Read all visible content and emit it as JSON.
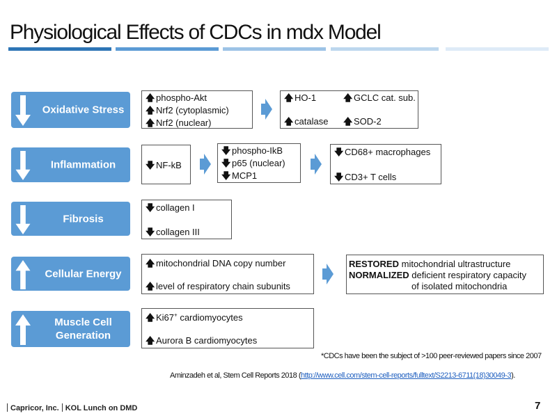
{
  "slide": {
    "title": "Physiological Effects of CDCs in mdx Model",
    "page_number": "7",
    "footer_company": "Capricor, Inc.",
    "footer_event": "KOL Lunch on DMD"
  },
  "colors": {
    "accent": "#5b9bd5",
    "title_bar_dark": "#2e75b6",
    "title_bar_light": "#bdd7ee",
    "link": "#1f5fbf"
  },
  "rows": {
    "oxidative": {
      "category": "Oxidative Stress",
      "direction": "down",
      "box1": [
        "phospho-Akt",
        "Nrf2 (cytoplasmic)",
        "Nrf2 (nuclear)"
      ],
      "box2": [
        "HO-1",
        "GCLC cat. sub.",
        "catalase",
        "SOD-2"
      ]
    },
    "inflammation": {
      "category": "Inflammation",
      "direction": "down",
      "box1": [
        "NF-kB"
      ],
      "box2": [
        "phospho-IkB",
        "p65 (nuclear)",
        "MCP1"
      ],
      "box3": [
        "CD68+ macrophages",
        "CD3+ T cells"
      ]
    },
    "fibrosis": {
      "category": "Fibrosis",
      "direction": "down",
      "box1": [
        "collagen I",
        "collagen III"
      ]
    },
    "energy": {
      "category": "Cellular Energy",
      "direction": "up",
      "box1": [
        "mitochondrial DNA copy number",
        "level of respiratory chain subunits"
      ],
      "box2": {
        "restored_bold": "RESTORED",
        "restored_text": "mitochondrial ultrastructure",
        "normalized_bold": "NORMALIZED",
        "normalized_text": "deficient respiratory capacity",
        "normalized_text2": "of isolated mitochondria"
      }
    },
    "muscle": {
      "category": "Muscle Cell Generation",
      "direction": "up",
      "box1_line1": "Ki67",
      "box1_line1_sup": "+",
      "box1_line1_rest": " cardiomyocytes",
      "box1_line2": "Aurora B cardiomyocytes"
    }
  },
  "notes": {
    "footnote": "*CDCs have been the subject of >100 peer-reviewed papers since 2007",
    "citation_prefix": "Aminzadeh et al, Stem Cell Reports 2018 (",
    "citation_link": "http://www.cell.com/stem-cell-reports/fulltext/S2213-6711(18)30049-3",
    "citation_suffix": ")."
  }
}
